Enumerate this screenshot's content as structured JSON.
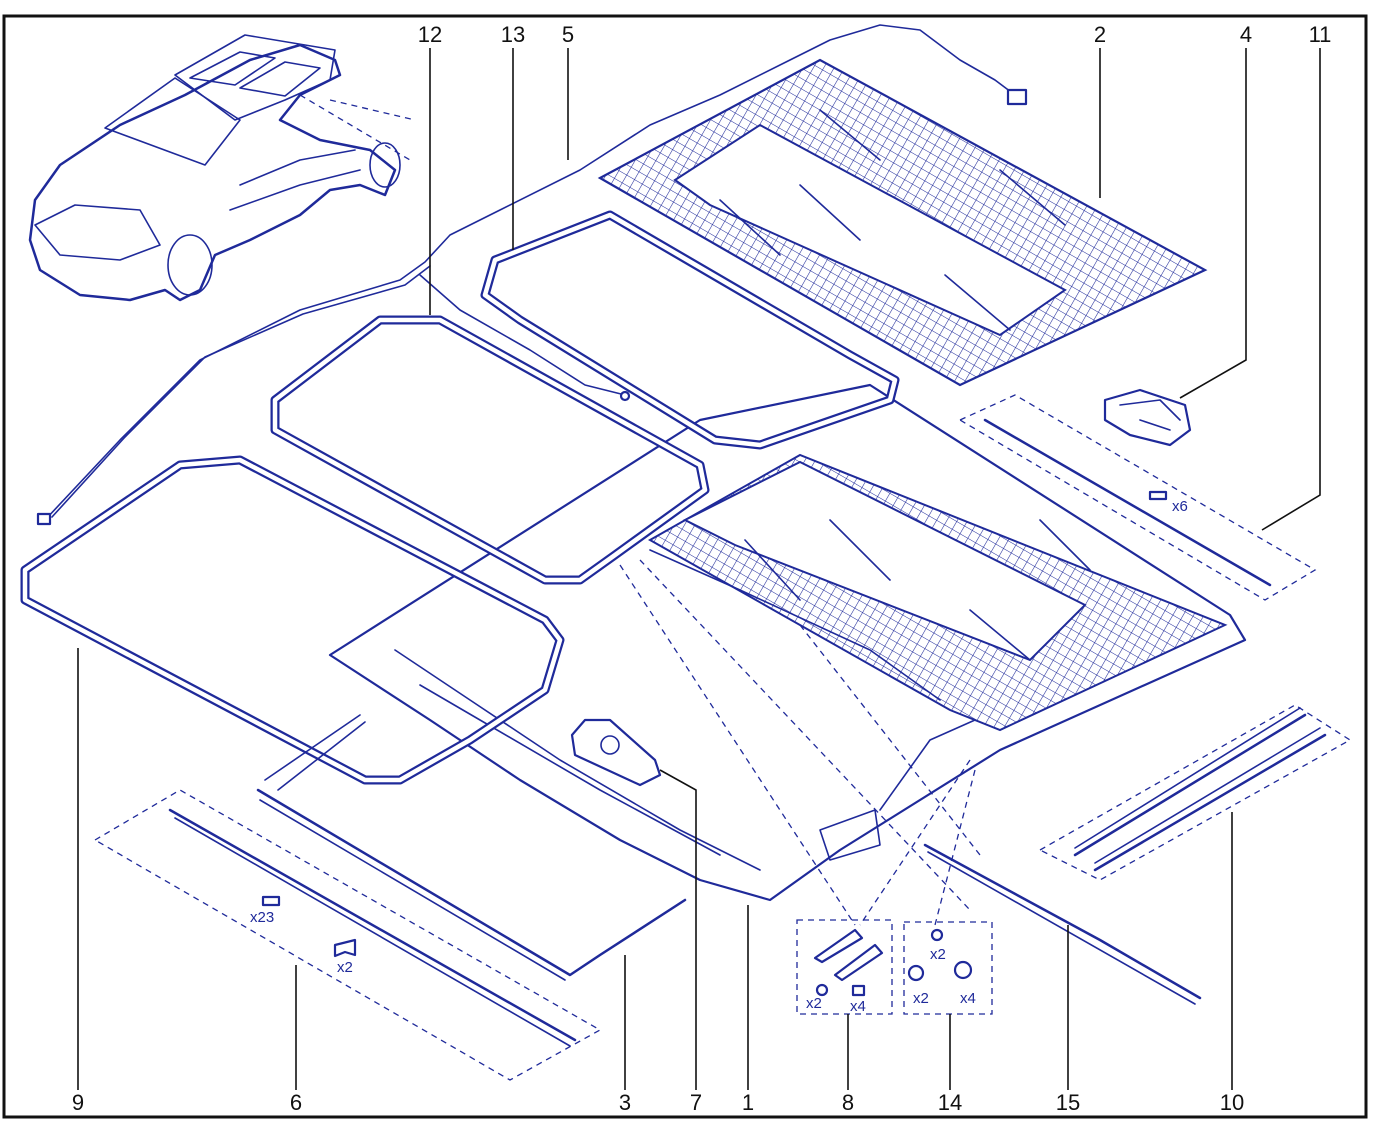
{
  "colors": {
    "line": "#1f2a9a",
    "callout": "#111111",
    "frame": "#111111",
    "background": "#ffffff"
  },
  "callouts": [
    "12",
    "13",
    "5",
    "2",
    "4",
    "11",
    "9",
    "6",
    "3",
    "7",
    "1",
    "8",
    "14",
    "15",
    "10"
  ],
  "quantities": {
    "q11_clips": "x6",
    "q6_clips": "x23",
    "q6_brackets": "x2",
    "q8_screws": "x2",
    "q8_nuts": "x4",
    "q14_small_screws": "x2",
    "q14_bolts_a": "x2",
    "q14_bolts_b": "x4"
  }
}
